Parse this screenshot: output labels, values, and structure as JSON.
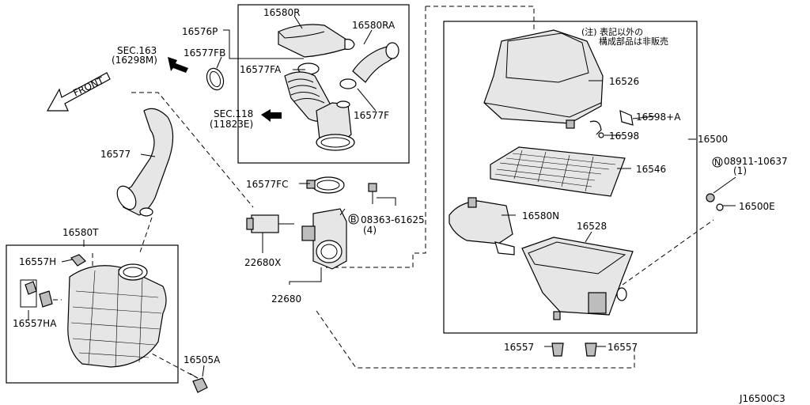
{
  "diagram_id": "J16500C3",
  "note": {
    "line1": "(注) 表記以外の",
    "line2": "構成部品は非販売"
  },
  "front_label": "FRONT",
  "sec_refs": {
    "sec163": {
      "line1": "SEC.163",
      "line2": "(16298M)"
    },
    "sec118": {
      "line1": "SEC.118",
      "line2": "(11823E)"
    }
  },
  "parts": {
    "p16580R": "16580R",
    "p16580RA": "16580RA",
    "p16576P": "16576P",
    "p16577FB": "16577FB",
    "p16577FA": "16577FA",
    "p16577F": "16577F",
    "p16577": "16577",
    "p16577FC": "16577FC",
    "p16580T": "16580T",
    "p16557H": "16557H",
    "p16557HA": "16557HA",
    "p16505A": "16505A",
    "p22680X": "22680X",
    "p22680": "22680",
    "bolt_08363": "08363-61625",
    "bolt_08363_qty": "(4)",
    "bolt_symbol": "B",
    "p16526": "16526",
    "p16598A": "16598+A",
    "p16598": "16598",
    "p16546": "16546",
    "p16580N": "16580N",
    "p16528": "16528",
    "p16557_left": "16557",
    "p16557_right": "16557",
    "p16500": "16500",
    "nut_08911": "08911-10637",
    "nut_08911_qty": "(1)",
    "nut_symbol": "N",
    "p16500E": "16500E"
  }
}
